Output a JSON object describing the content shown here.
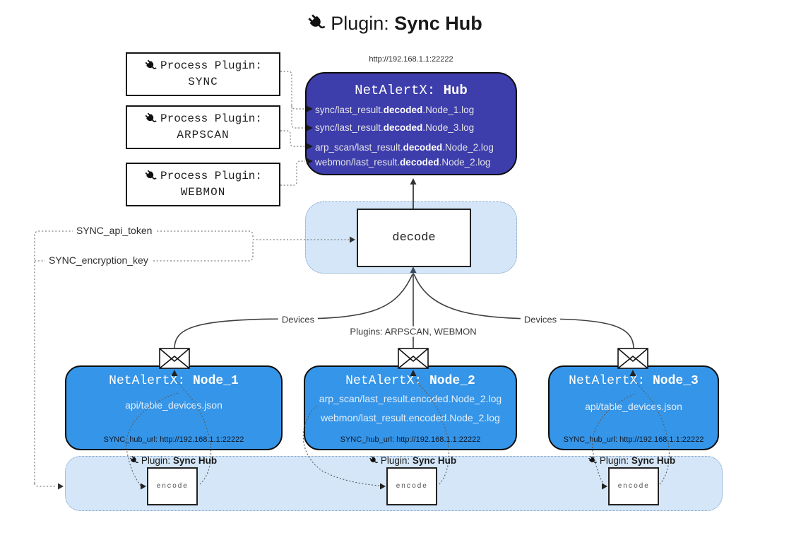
{
  "title": {
    "prefix": "Plugin: ",
    "bold": "Sync Hub"
  },
  "process_plugins": [
    {
      "line1": "Process Plugin:",
      "name": "SYNC"
    },
    {
      "line1": "Process Plugin:",
      "name": "ARPSCAN"
    },
    {
      "line1": "Process Plugin:",
      "name": "WEBMON"
    }
  ],
  "hub": {
    "url": "http://192.168.1.1:22222",
    "title_prefix": "NetAlertX: ",
    "title_bold": "Hub",
    "logs": [
      {
        "pre": "sync/last_result.",
        "bold": "decoded",
        "post": ".Node_1.log"
      },
      {
        "pre": "sync/last_result.",
        "bold": "decoded",
        "post": ".Node_3.log"
      },
      {
        "pre": "arp_scan/last_result.",
        "bold": "decoded",
        "post": ".Node_2.log"
      },
      {
        "pre": "webmon/last_result.",
        "bold": "decoded",
        "post": ".Node_2.log"
      }
    ]
  },
  "decode_box": {
    "label": "decode"
  },
  "settings": {
    "api_token": "SYNC_api_token",
    "encryption_key": "SYNC_encryption_key"
  },
  "edge_labels": {
    "devices": "Devices",
    "plugins": "Plugins: ARPSCAN, WEBMON"
  },
  "nodes": [
    {
      "title_prefix": "NetAlertX: ",
      "title_bold": "Node_1",
      "files": [
        "api/table_devices.json"
      ],
      "hub_url": "SYNC_hub_url: http://192.168.1.1:22222"
    },
    {
      "title_prefix": "NetAlertX: ",
      "title_bold": "Node_2",
      "files": [
        "arp_scan/last_result.encoded.Node_2.log",
        "webmon/last_result.encoded.Node_2.log"
      ],
      "hub_url": "SYNC_hub_url: http://192.168.1.1:22222"
    },
    {
      "title_prefix": "NetAlertX: ",
      "title_bold": "Node_3",
      "files": [
        "api/table_devices.json"
      ],
      "hub_url": "SYNC_hub_url: http://192.168.1.1:22222"
    }
  ],
  "sync_plugin_band": {
    "label_prefix": "Plugin: ",
    "label_bold": "Sync Hub",
    "encode_label": "encode"
  },
  "colors": {
    "hub_fill": "#3d3dac",
    "node_fill": "#3595e8",
    "panel_fill": "#d4e6f8",
    "panel_border": "#7a9cc4",
    "edge_line": "#3f3f3f",
    "dotted_line": "#808080"
  }
}
